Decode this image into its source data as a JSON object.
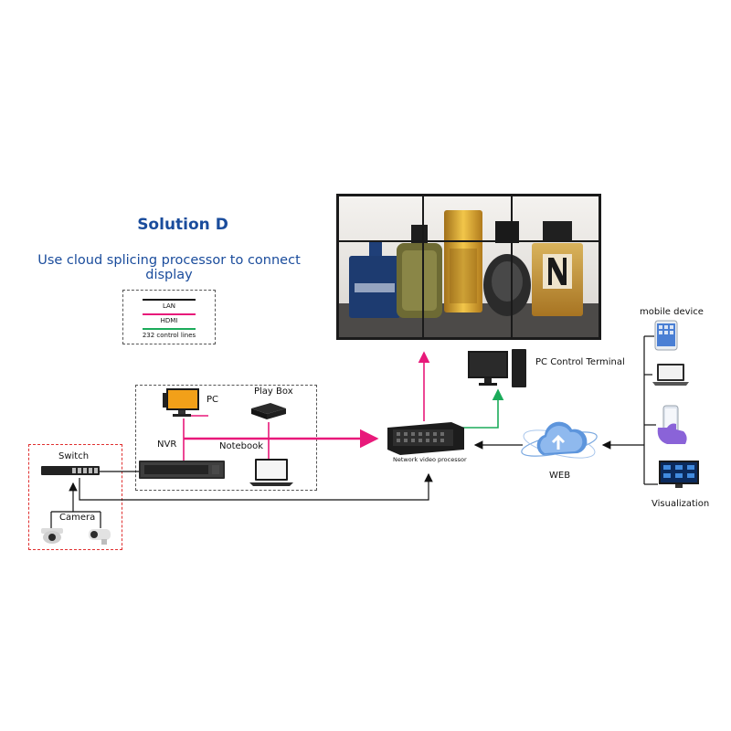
{
  "title": "Solution D",
  "subtitle": "Use cloud splicing processor to connect display",
  "legend": {
    "items": [
      {
        "label": "LAN",
        "color": "#111111"
      },
      {
        "label": "HDMI",
        "color": "#e8197a"
      },
      {
        "label": "232 control lines",
        "color": "#1bab5a"
      }
    ]
  },
  "nodes": {
    "pc": "PC",
    "play_box": "Play Box",
    "nvr": "NVR",
    "notebook": "Notebook",
    "switch": "Switch",
    "camera": "Camera",
    "network_video_processor": "Network video processor",
    "pc_control_terminal": "PC Control Terminal",
    "web": "WEB",
    "mobile_device": "mobile device",
    "visualization": "Visualization"
  },
  "colors": {
    "title_blue": "#1a4c9c",
    "lan": "#111111",
    "hdmi": "#e8197a",
    "control": "#1bab5a",
    "switch_box": "#e03030"
  }
}
